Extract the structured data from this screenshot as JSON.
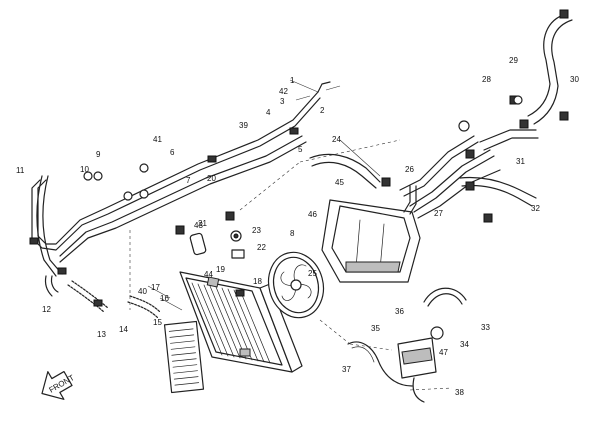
{
  "diagram": {
    "callouts": [
      {
        "id": "c1",
        "text": "1"
      },
      {
        "id": "c2",
        "text": "2"
      },
      {
        "id": "c3",
        "text": "3"
      },
      {
        "id": "c4",
        "text": "4"
      },
      {
        "id": "c5",
        "text": "5"
      },
      {
        "id": "c6",
        "text": "6"
      },
      {
        "id": "c7",
        "text": "7"
      },
      {
        "id": "c8",
        "text": "8"
      },
      {
        "id": "c9",
        "text": "9"
      },
      {
        "id": "c10",
        "text": "10"
      },
      {
        "id": "c11",
        "text": "11"
      },
      {
        "id": "c12",
        "text": "12"
      },
      {
        "id": "c13",
        "text": "13"
      },
      {
        "id": "c14",
        "text": "14"
      },
      {
        "id": "c15",
        "text": "15"
      },
      {
        "id": "c16",
        "text": "16"
      },
      {
        "id": "c17",
        "text": "17"
      },
      {
        "id": "c18",
        "text": "18"
      },
      {
        "id": "c19",
        "text": "19"
      },
      {
        "id": "c20",
        "text": "20"
      },
      {
        "id": "c21",
        "text": "21"
      },
      {
        "id": "c22",
        "text": "22"
      },
      {
        "id": "c23",
        "text": "23"
      },
      {
        "id": "c24",
        "text": "24"
      },
      {
        "id": "c25",
        "text": "25"
      },
      {
        "id": "c26",
        "text": "26"
      },
      {
        "id": "c27",
        "text": "27"
      },
      {
        "id": "c28",
        "text": "28"
      },
      {
        "id": "c29",
        "text": "29"
      },
      {
        "id": "c30",
        "text": "30"
      },
      {
        "id": "c31",
        "text": "31"
      },
      {
        "id": "c32",
        "text": "32"
      },
      {
        "id": "c33",
        "text": "33"
      },
      {
        "id": "c34",
        "text": "34"
      },
      {
        "id": "c35",
        "text": "35"
      },
      {
        "id": "c36",
        "text": "36"
      },
      {
        "id": "c37",
        "text": "37"
      },
      {
        "id": "c38",
        "text": "38"
      },
      {
        "id": "c39",
        "text": "39"
      },
      {
        "id": "c40",
        "text": "40"
      },
      {
        "id": "c41",
        "text": "41"
      },
      {
        "id": "c42",
        "text": "42"
      },
      {
        "id": "c43",
        "text": "43"
      },
      {
        "id": "c44",
        "text": "44"
      },
      {
        "id": "c45",
        "text": "45"
      },
      {
        "id": "c46",
        "text": "46"
      },
      {
        "id": "c47",
        "text": "47"
      }
    ],
    "front_arrow_label": "FRONT"
  }
}
